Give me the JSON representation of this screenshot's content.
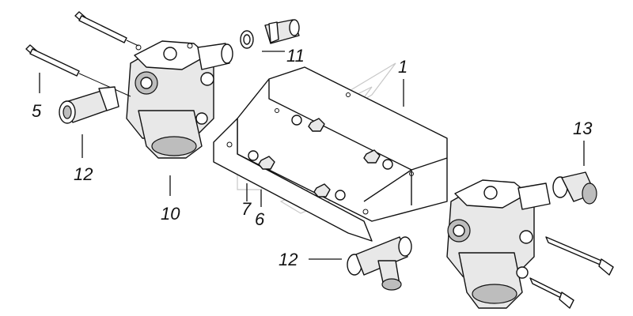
{
  "callouts": {
    "c1": "1",
    "c5": "5",
    "c6": "6",
    "c7": "7",
    "c10": "10",
    "c11": "11",
    "c12_left": "12",
    "c12_bottom": "12",
    "c13": "13"
  },
  "colors": {
    "line": "#111111",
    "background": "#ffffff",
    "watermark": "#c8c8c8"
  }
}
